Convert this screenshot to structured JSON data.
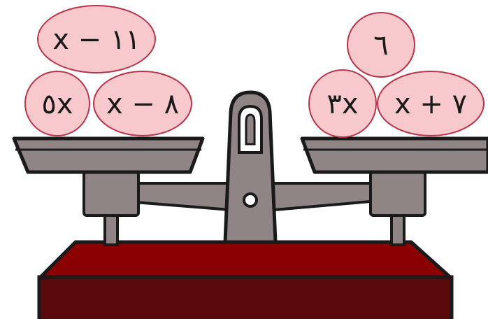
{
  "scale": {
    "left_pan": {
      "weights": [
        {
          "label": "x − ١١"
        },
        {
          "label": "٥x"
        },
        {
          "label": "x − ٨"
        }
      ]
    },
    "right_pan": {
      "weights": [
        {
          "label": "٦"
        },
        {
          "label": "٣x"
        },
        {
          "label": "x + ٧"
        }
      ]
    }
  },
  "colors": {
    "weight_fill": "#f8c9cc",
    "weight_stroke": "#b8344a",
    "metal": "#8f8585",
    "metal_dark": "#6e6464",
    "base_top": "#8b0000",
    "base_front": "#5a0a0a",
    "outline": "#1a1a1a"
  }
}
